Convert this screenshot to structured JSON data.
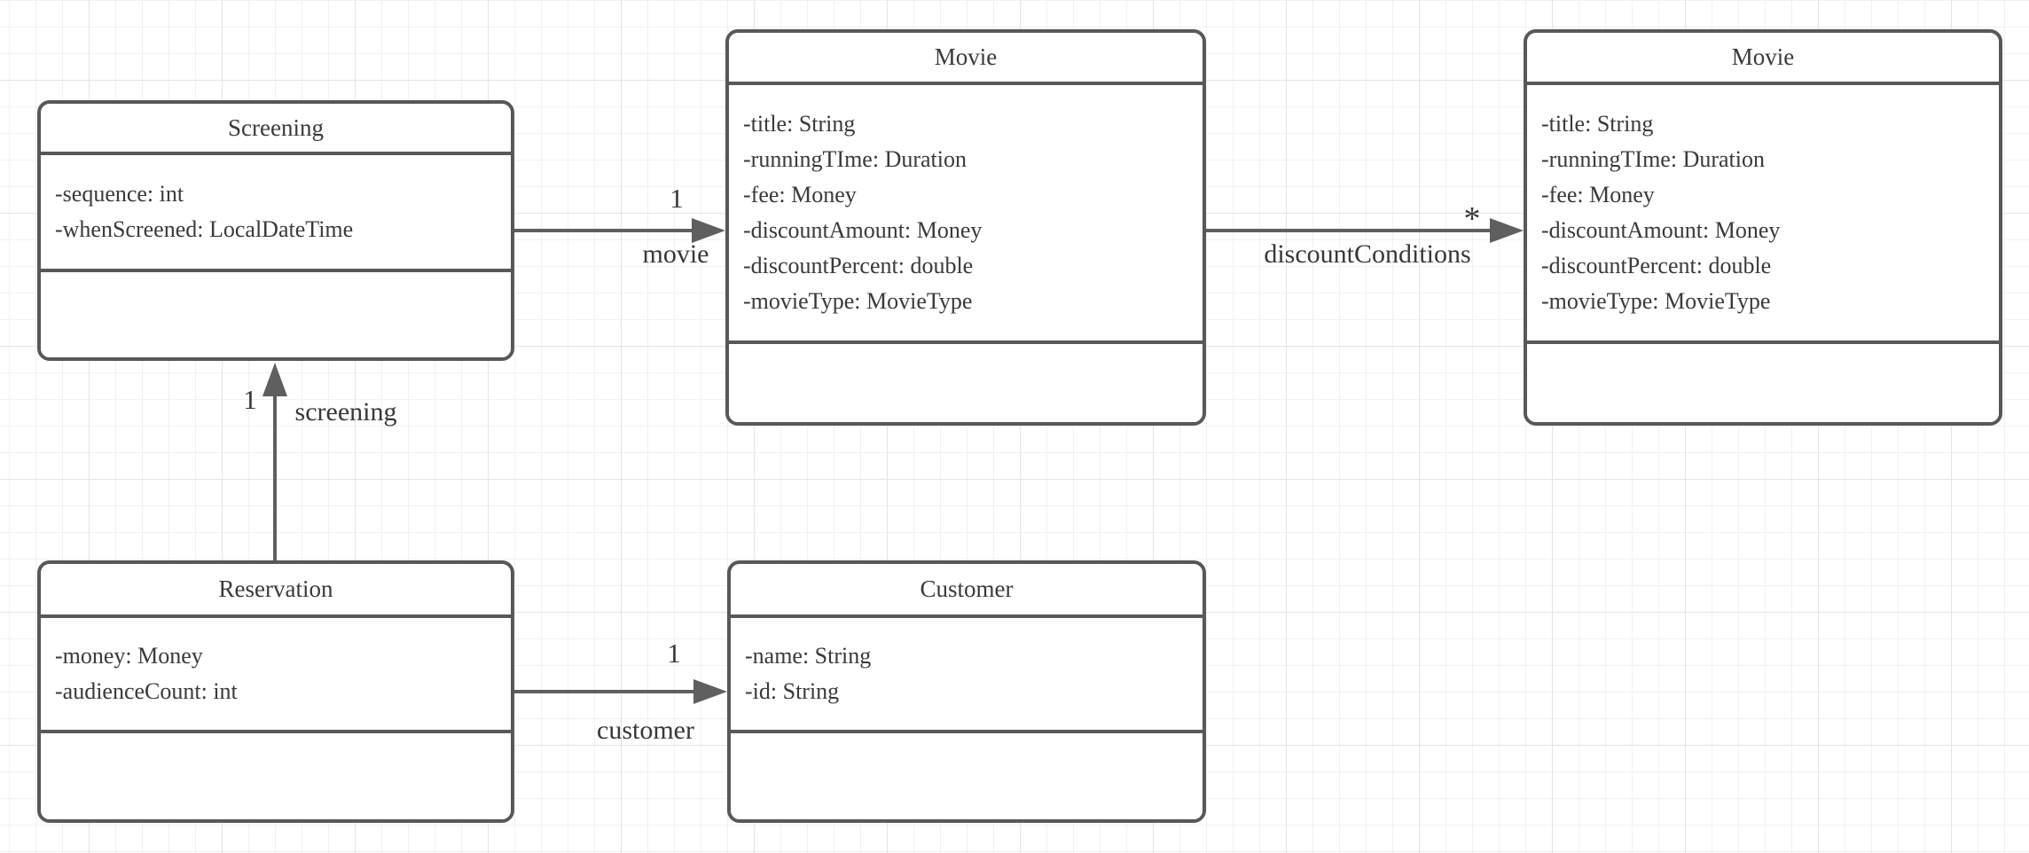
{
  "diagram": {
    "type": "uml-class-diagram",
    "classes": [
      {
        "name": "Screening",
        "attributes": [
          "-sequence: int",
          "-whenScreened: LocalDateTime"
        ],
        "methods": []
      },
      {
        "name": "Movie",
        "attributes": [
          "-title: String",
          "-runningTIme: Duration",
          "-fee: Money",
          "-discountAmount: Money",
          "-discountPercent: double",
          "-movieType: MovieType"
        ],
        "methods": []
      },
      {
        "name": "Movie",
        "attributes": [
          "-title: String",
          "-runningTIme: Duration",
          "-fee: Money",
          "-discountAmount: Money",
          "-discountPercent: double",
          "-movieType: MovieType"
        ],
        "methods": []
      },
      {
        "name": "Reservation",
        "attributes": [
          "-money: Money",
          "-audienceCount: int"
        ],
        "methods": []
      },
      {
        "name": "Customer",
        "attributes": [
          "-name: String",
          "-id: String"
        ],
        "methods": []
      }
    ],
    "associations": [
      {
        "from": "Screening",
        "to": "Movie",
        "multiplicity": "1",
        "role": "movie"
      },
      {
        "from": "Movie",
        "to": "Movie",
        "multiplicity": "*",
        "role": "discountConditions"
      },
      {
        "from": "Reservation",
        "to": "Screening",
        "multiplicity": "1",
        "role": "screening"
      },
      {
        "from": "Reservation",
        "to": "Customer",
        "multiplicity": "1",
        "role": "customer"
      }
    ],
    "colors": {
      "stroke": "#585858",
      "edge": "#5f5f5f",
      "text": "#3a3a3a",
      "background": "#ffffff",
      "grid_minor": "#f1f1f1",
      "grid_major": "#e4e4e4"
    }
  }
}
